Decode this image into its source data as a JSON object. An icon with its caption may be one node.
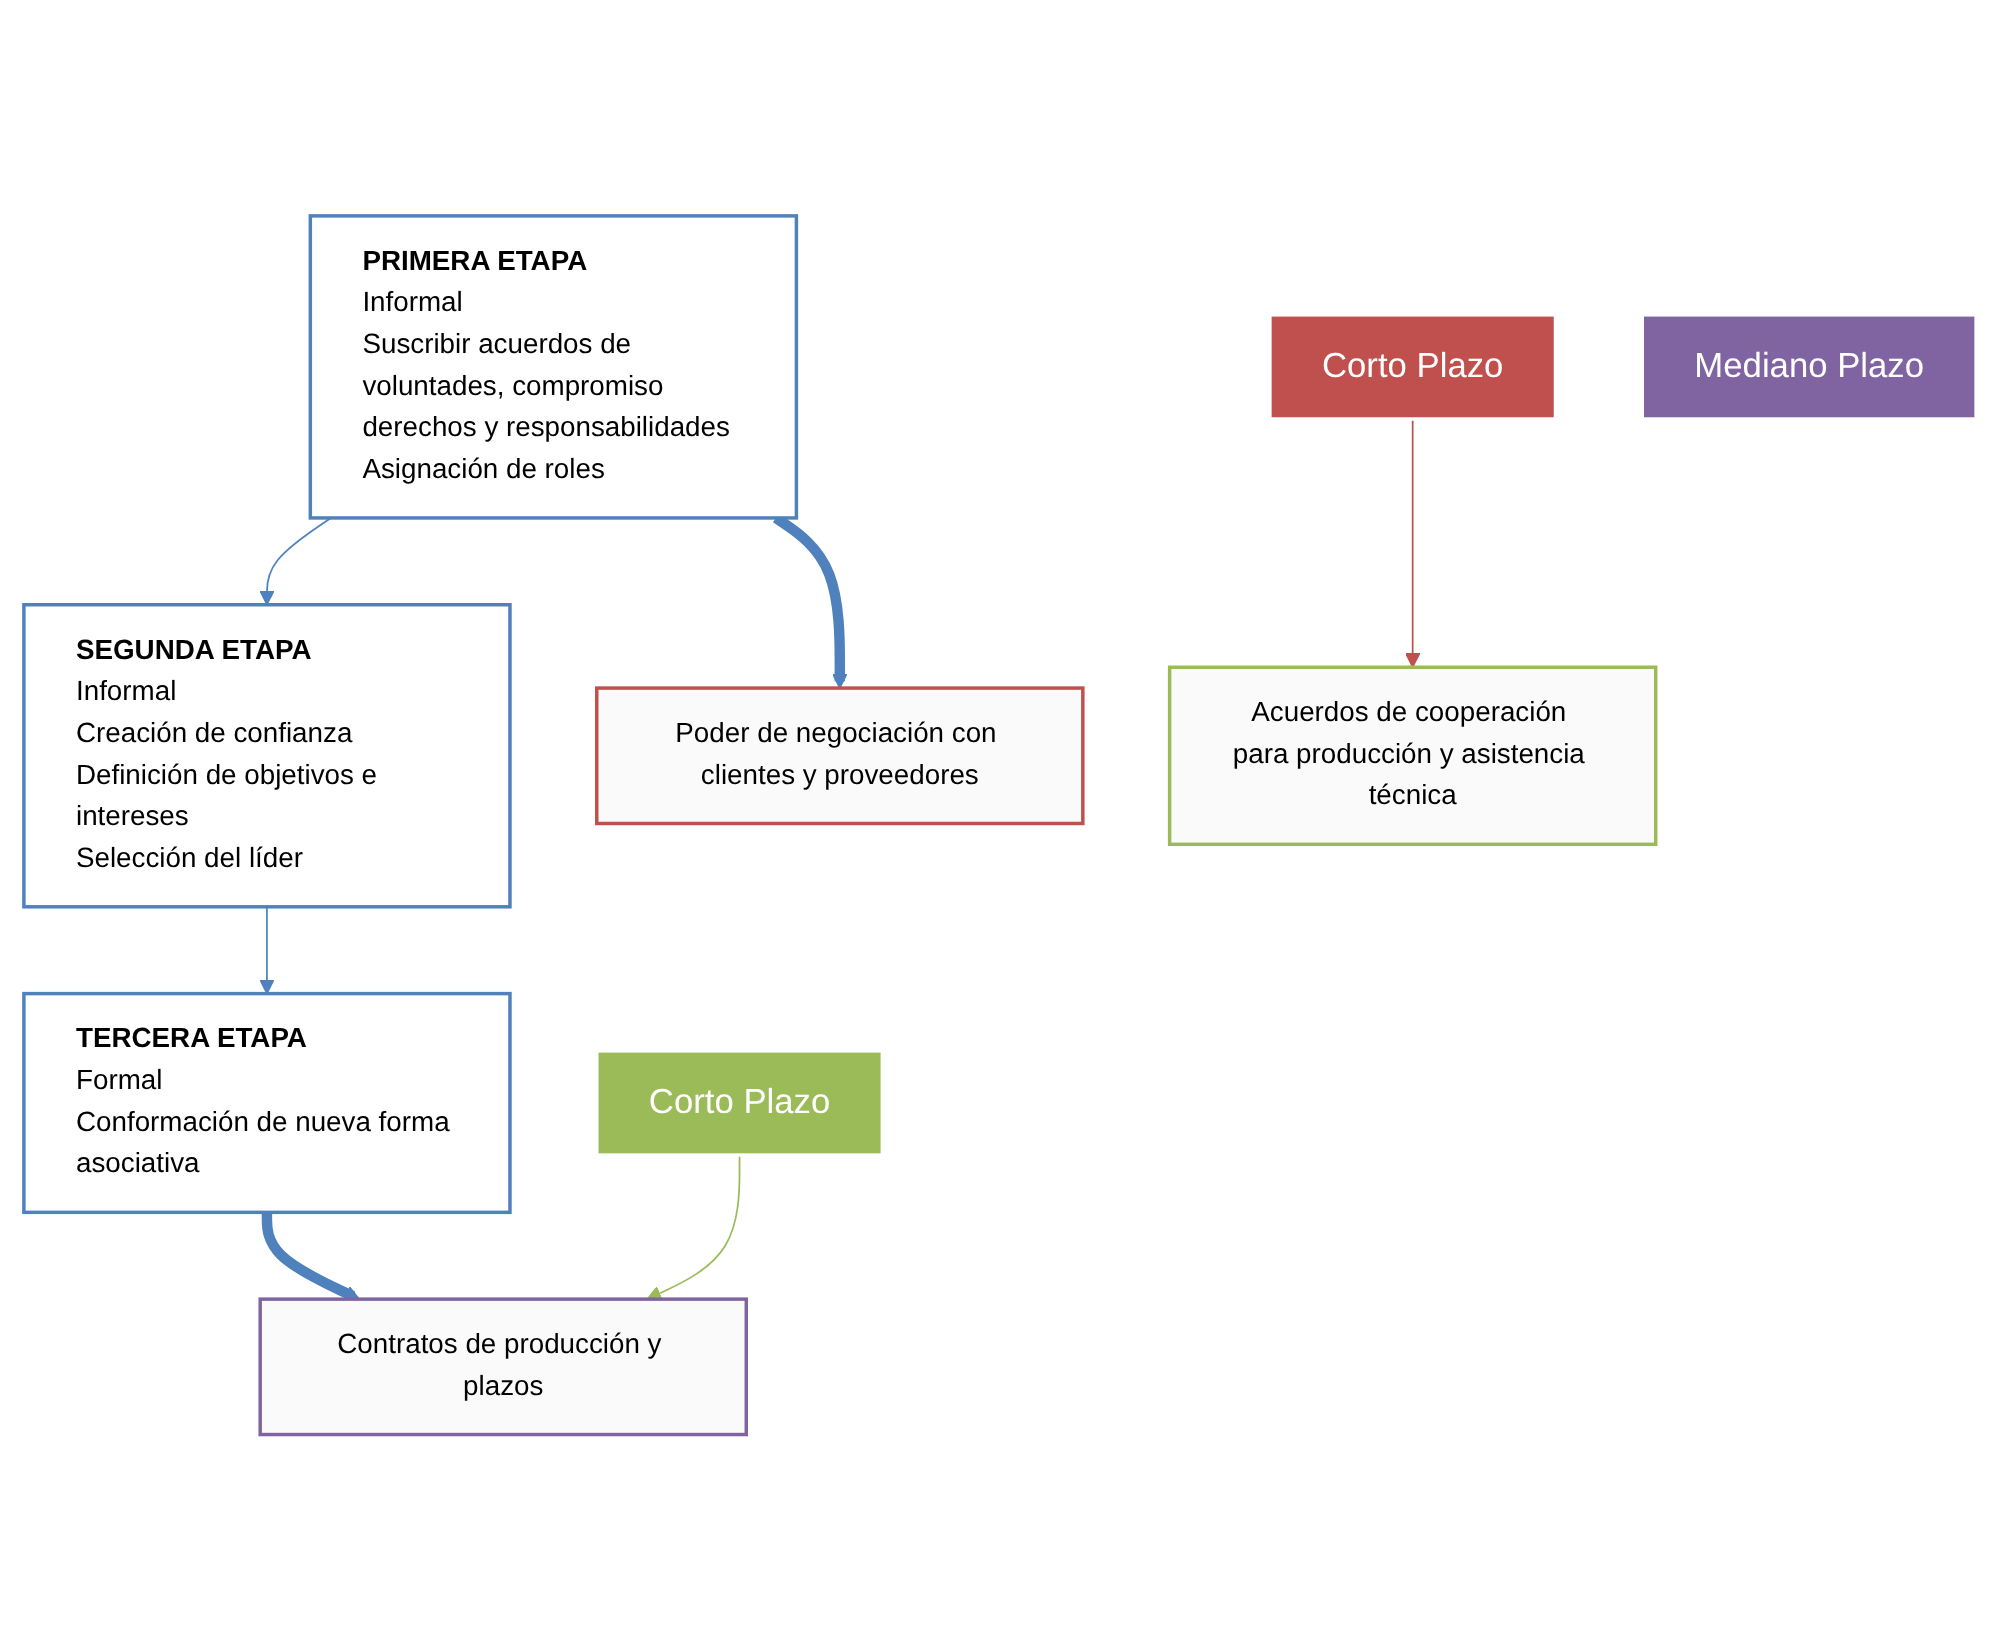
{
  "diagram": {
    "nodes": [
      {
        "text": [
          "PRIMERA ETAPA",
          "Informal",
          "Suscribir acuerdos de voluntades, compromiso derechos y responsabilidades",
          "Asignación de roles"
        ]
      },
      {
        "text": [
          "SEGUNDA ETAPA",
          "Informal",
          "Creación de confianza",
          "Definición de objetivos e intereses",
          "Selección del líder"
        ]
      },
      {
        "text": [
          "TERCERA ETAPA",
          "Formal",
          "Conformación de nueva forma asociativa"
        ]
      },
      {
        "text": [
          "Poder de negociación con clientes y proveedores"
        ]
      },
      {
        "text": [
          "Corto Plazo"
        ]
      },
      {
        "text": [
          "Corto Plazo"
        ]
      },
      {
        "text": [
          "Acuerdos de cooperación para producción y asistencia técnica"
        ]
      },
      {
        "text": [
          "Contratos de producción y plazos"
        ]
      },
      {
        "text": [
          "Mediano Plazo"
        ]
      }
    ],
    "edges": [
      {
        "from": 0,
        "to": 1,
        "arrow": "to"
      },
      {
        "from": 1,
        "to": 2,
        "arrow": "to"
      },
      {
        "from": 0,
        "to": 3,
        "arrow": "to",
        "style": "thick",
        "color": "#4f81bd"
      },
      {
        "from": 2,
        "to": 7,
        "arrow": "to",
        "style": "thick",
        "color": "#4f81bd"
      },
      {
        "from": 4,
        "to": 6,
        "arrow": "to",
        "color": "#c0504d"
      },
      {
        "from": 5,
        "to": 7,
        "arrow": "to",
        "color": "#9bbb59"
      }
    ]
  }
}
